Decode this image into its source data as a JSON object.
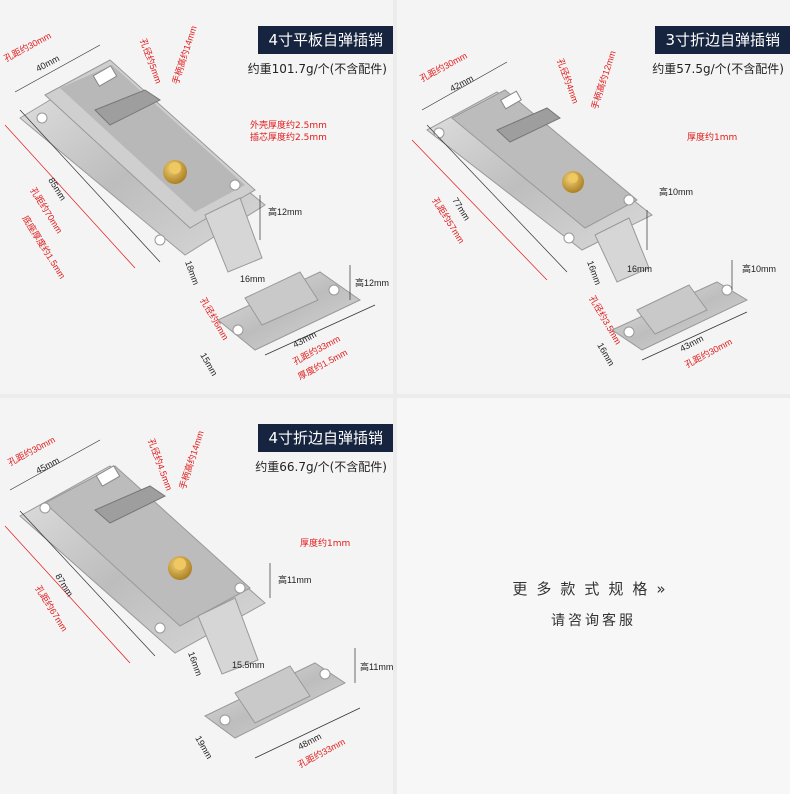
{
  "panels": [
    {
      "title": "4寸平板自弹插销",
      "weight": "约重101.7g/个(不含配件)",
      "notes": [
        "外壳厚度约2.5mm",
        "插芯厚度约2.5mm"
      ],
      "dims": {
        "hole_spacing_top": "孔距约30mm",
        "width_top": "40mm",
        "hole_dia": "孔径约5mm",
        "handle_h": "手柄高约14mm",
        "length": "85mm",
        "hole_spacing_long": "孔距约70mm",
        "base_thickness": "底座厚度约1.5mm",
        "height_main": "高12mm",
        "bolt_w": "18mm",
        "bolt_len": "16mm",
        "keeper_hole": "孔径约6mm",
        "keeper_h": "高12mm",
        "keeper_w": "15mm",
        "keeper_len": "43mm",
        "keeper_spacing": "孔距约33mm",
        "keeper_thickness": "厚度约1.5mm"
      }
    },
    {
      "title": "3寸折边自弹插销",
      "weight": "约重57.5g/个(不含配件)",
      "notes": [
        "厚度约1mm"
      ],
      "dims": {
        "hole_spacing_top": "孔距约30mm",
        "width_top": "42mm",
        "hole_dia": "孔径约4mm",
        "handle_h": "手柄高约12mm",
        "length": "77mm",
        "hole_spacing_long": "孔距约57mm",
        "height_main": "高10mm",
        "bolt_w": "16mm",
        "bolt_len": "16mm",
        "keeper_hole": "孔径约3.5mm",
        "keeper_h": "高10mm",
        "keeper_w": "16mm",
        "keeper_len": "43mm",
        "keeper_spacing": "孔距约30mm"
      }
    },
    {
      "title": "4寸折边自弹插销",
      "weight": "约重66.7g/个(不含配件)",
      "notes": [
        "厚度约1mm"
      ],
      "dims": {
        "hole_spacing_top": "孔距约30mm",
        "width_top": "45mm",
        "hole_dia": "孔径约4.5mm",
        "handle_h": "手柄高约14mm",
        "length": "87mm",
        "hole_spacing_long": "孔距约67mm",
        "height_main": "高11mm",
        "bolt_w": "16mm",
        "bolt_len": "15.5mm",
        "keeper_h": "高11mm",
        "keeper_w": "19mm",
        "keeper_len": "48mm",
        "keeper_spacing": "孔距约33mm"
      }
    }
  ],
  "more": {
    "line1": "更多款式规格»",
    "line2": "请咨询客服"
  },
  "colors": {
    "title_bg": "#16243f",
    "accent_red": "#e21a1a",
    "steel": "#c4c4c4",
    "brass": "#c9a23a"
  }
}
